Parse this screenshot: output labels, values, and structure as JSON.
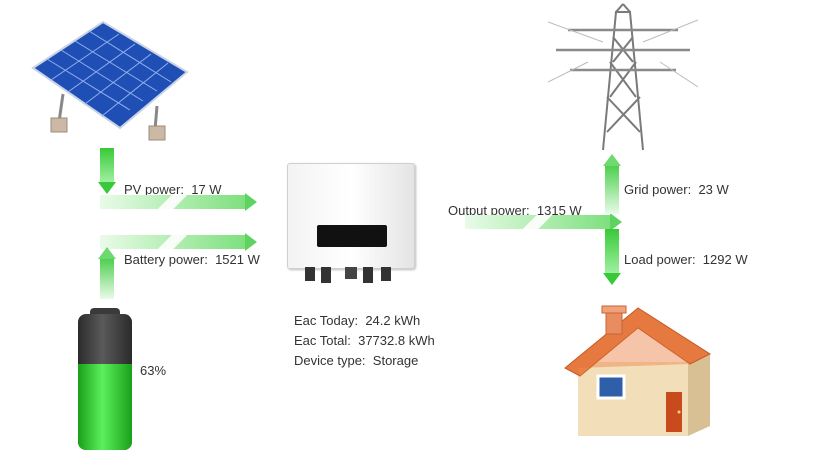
{
  "pv": {
    "label": "PV power:",
    "value": "17 W"
  },
  "battery": {
    "label": "Battery power:",
    "value": "1521 W",
    "soc": "63%",
    "soc_fraction": 0.63
  },
  "output": {
    "label": "Output power:",
    "value": "1315 W"
  },
  "grid": {
    "label": "Grid power:",
    "value": "23 W"
  },
  "load": {
    "label": "Load power:",
    "value": "1292 W"
  },
  "inverter": {
    "eac_today_label": "Eac Today:",
    "eac_today_value": "24.2 kWh",
    "eac_total_label": "Eac Total:",
    "eac_total_value": "37732.8 kWh",
    "device_type_label": "Device type:",
    "device_type_value": "Storage"
  },
  "colors": {
    "flow": "#5fd35f",
    "battery_fill": "#3ddc3d",
    "panel": "#1f4fb5"
  }
}
